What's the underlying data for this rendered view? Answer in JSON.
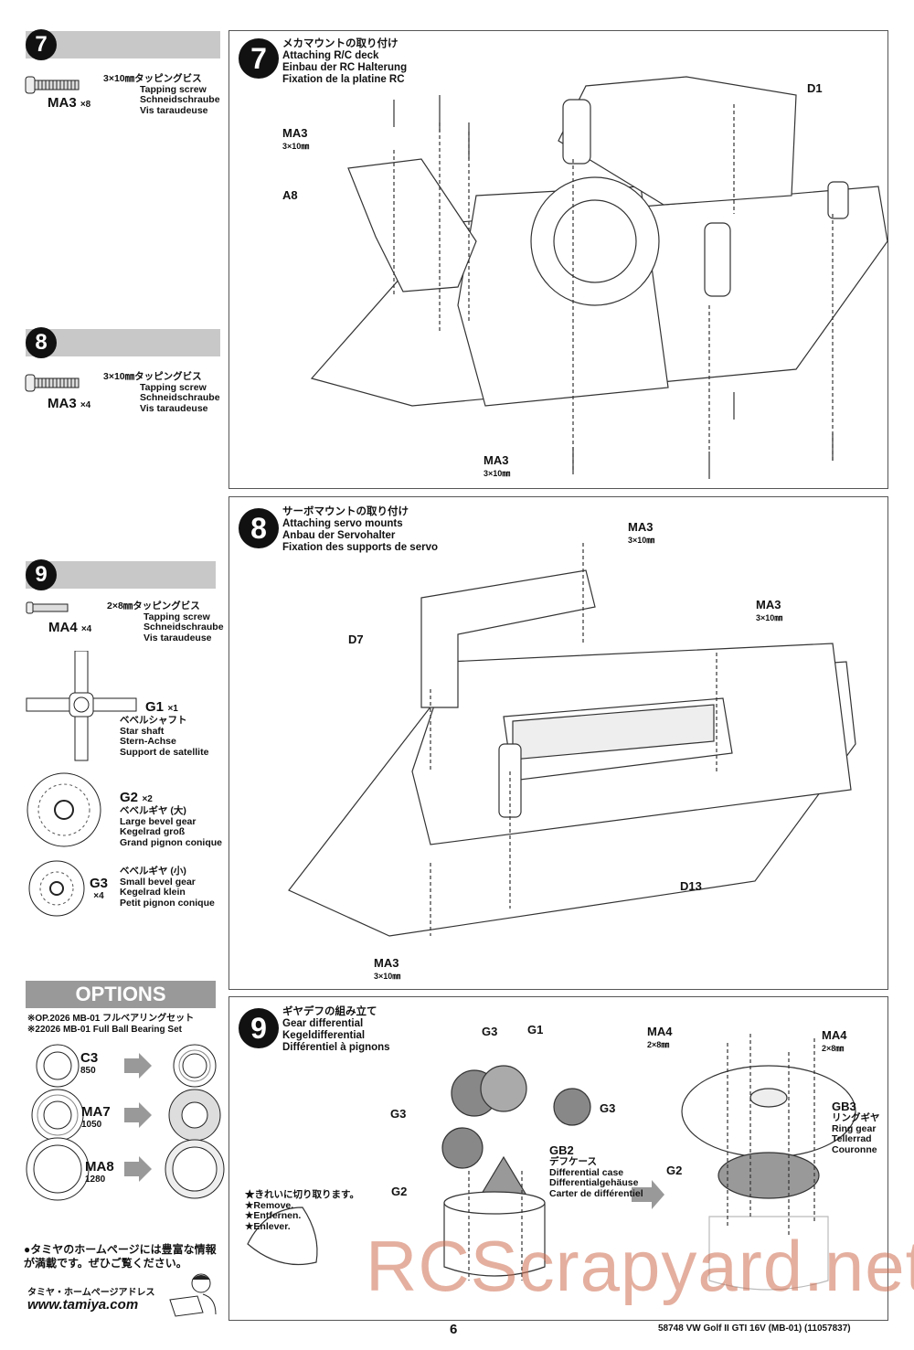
{
  "sidebar": {
    "step7": {
      "number": "7",
      "part": "MA3",
      "qty": "×8",
      "size": "3×10㎜タッピングビス",
      "desc": [
        "Tapping screw",
        "Schneidschraube",
        "Vis taraudeuse"
      ]
    },
    "step8": {
      "number": "8",
      "part": "MA3",
      "qty": "×4",
      "size": "3×10㎜タッピングビス",
      "desc": [
        "Tapping screw",
        "Schneidschraube",
        "Vis taraudeuse"
      ]
    },
    "step9": {
      "number": "9",
      "screw": {
        "part": "MA4",
        "qty": "×4",
        "size": "2×8㎜タッピングビス",
        "desc": [
          "Tapping screw",
          "Schneidschraube",
          "Vis taraudeuse"
        ]
      },
      "g1": {
        "part": "G1",
        "qty": "×1",
        "desc": [
          "ベベルシャフト",
          "Star shaft",
          "Stern-Achse",
          "Support de satellite"
        ]
      },
      "g2": {
        "part": "G2",
        "qty": "×2",
        "desc": [
          "ベベルギヤ (大)",
          "Large bevel gear",
          "Kegelrad groß",
          "Grand pignon conique"
        ]
      },
      "g3": {
        "part": "G3",
        "qty": "×4",
        "desc": [
          "ベベルギヤ (小)",
          "Small bevel gear",
          "Kegelrad klein",
          "Petit pignon conique"
        ]
      }
    },
    "options": {
      "title": "OPTIONS",
      "lines": [
        "※OP.2026 MB-01 フルベアリングセット",
        "※22026 MB-01 Full Ball Bearing Set"
      ],
      "items": [
        {
          "part": "C3",
          "code": "850"
        },
        {
          "part": "MA7",
          "code": "1050"
        },
        {
          "part": "MA8",
          "code": "1280"
        }
      ]
    },
    "homepage": {
      "text": "●タミヤのホームページには豊富な情報が満載です。ぜひご覧ください。",
      "label": "タミヤ・ホームページアドレス",
      "url": "www.tamiya.com"
    }
  },
  "panels": {
    "p7": {
      "number": "7",
      "title": [
        "メカマウントの取り付け",
        "Attaching R/C deck",
        "Einbau der RC Halterung",
        "Fixation de la platine RC"
      ],
      "labels": {
        "ma3_top": "MA3",
        "ma3_top_size": "3×10㎜",
        "a8": "A8",
        "d1": "D1",
        "ma3_bottom": "MA3",
        "ma3_bottom_size": "3×10㎜"
      }
    },
    "p8": {
      "number": "8",
      "title": [
        "サーボマウントの取り付け",
        "Attaching servo mounts",
        "Anbau der Servohalter",
        "Fixation des supports de servo"
      ],
      "labels": {
        "ma3_a": "MA3",
        "ma3_a_size": "3×10㎜",
        "ma3_b": "MA3",
        "ma3_b_size": "3×10㎜",
        "d7": "D7",
        "d13": "D13",
        "ma3_c": "MA3",
        "ma3_c_size": "3×10㎜"
      }
    },
    "p9": {
      "number": "9",
      "title": [
        "ギヤデフの組み立て",
        "Gear differential",
        "Kegeldifferential",
        "Différentiel à pignons"
      ],
      "labels": {
        "g3_top": "G3",
        "g1": "G1",
        "g3_left": "G3",
        "g3_right": "G3",
        "g2_left": "G2",
        "gb2": "GB2",
        "gb2_desc": [
          "デフケース",
          "Differential case",
          "Differentialgehäuse",
          "Carter de différentiel"
        ],
        "ma4_left": "MA4",
        "ma4_left_size": "2×8㎜",
        "ma4_right": "MA4",
        "ma4_right_size": "2×8㎜",
        "gb3": "GB3",
        "gb3_desc": [
          "リングギヤ",
          "Ring gear",
          "Tellerrad",
          "Couronne"
        ],
        "g2_right": "G2"
      },
      "remove": [
        "★きれいに切り取ります。",
        "★Remove.",
        "★Entfernen.",
        "★Enlever."
      ]
    }
  },
  "footer": {
    "page": "6",
    "product": "58748  VW Golf II GTI 16V (MB-01) (11057837)"
  },
  "watermark": "RCScrapyard.net"
}
